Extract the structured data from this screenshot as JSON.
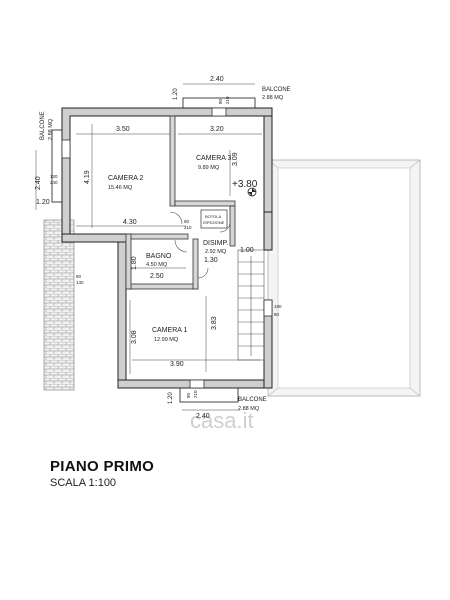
{
  "plan": {
    "title": "PIANO PRIMO",
    "scale": "SCALA 1:100",
    "watermark": "casa.it",
    "elevation": "+3.80"
  },
  "rooms": {
    "camera2": {
      "name": "CAMERA 2",
      "area": "15.46 MQ"
    },
    "camera3": {
      "name": "CAMERA 3",
      "area": "9.89 MQ"
    },
    "bagno": {
      "name": "BAGNO",
      "area": "4.50 MQ"
    },
    "disimp": {
      "name": "DISIMP.",
      "area": "2.92 MQ"
    },
    "camera1": {
      "name": "CAMERA 1",
      "area": "12.99 MQ"
    },
    "botola": {
      "line1": "BOTOLA",
      "line2": "ISPEZIONE"
    }
  },
  "balconies": {
    "top": {
      "name": "BALCONE",
      "area": "2.88 MQ"
    },
    "left": {
      "name": "BALCONE",
      "area": "2.88 MQ"
    },
    "bottom": {
      "name": "BALCONE",
      "area": "2.88 MQ"
    }
  },
  "dims": {
    "top_240": "2.40",
    "top_120": "1.20",
    "top_80": "80",
    "top_210": "210",
    "c2_width": "3.50",
    "c3_width": "3.20",
    "c2_height": "4.19",
    "c2_bottom": "4.30",
    "c3_height": "3.09",
    "left_240": "2.40",
    "left_120": "1.20",
    "left_120b": "120",
    "left_240b": "240",
    "door_80": "80",
    "door_210": "210",
    "bagno_180": "1.80",
    "bagno_250": "2.50",
    "disimp_130": "1.30",
    "disimp_100": "1.00",
    "c1_height": "3.08",
    "c1_right": "3.83",
    "c1_width": "3.90",
    "side_180": "180",
    "side_80": "80",
    "left_80": "80",
    "left_140": "140",
    "bot_240": "2.40",
    "bot_120": "1.20",
    "bot_80": "80",
    "bot_210": "210"
  }
}
